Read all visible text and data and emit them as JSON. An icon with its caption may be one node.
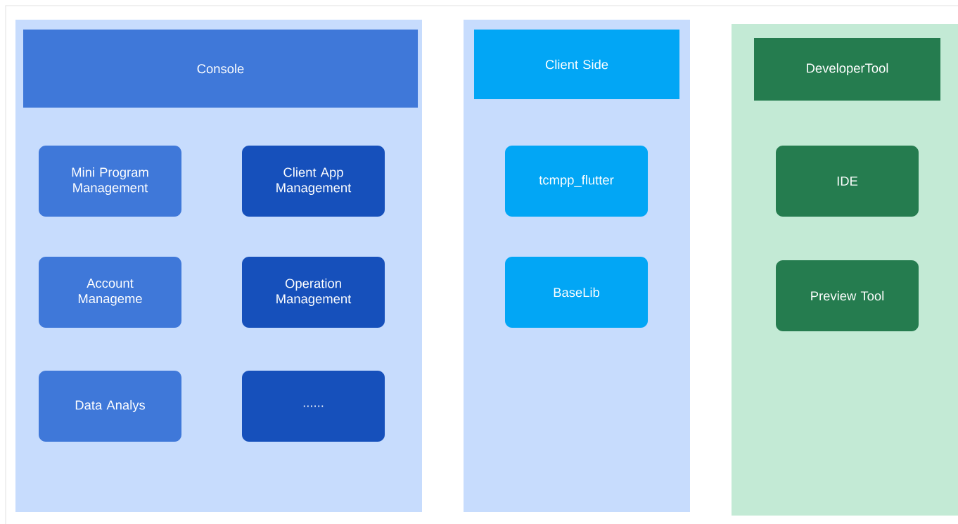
{
  "diagram": {
    "nodes": [
      {
        "text": [
          "Console"
        ]
      },
      {
        "text": [
          "Mini Program Management"
        ],
        "in": 0
      },
      {
        "text": [
          "Client App Management"
        ],
        "in": 0
      },
      {
        "text": [
          "Account Manageme"
        ],
        "in": 0
      },
      {
        "text": [
          "Operation Management"
        ],
        "in": 0
      },
      {
        "text": [
          "Data Analys"
        ],
        "in": 0
      },
      {
        "text": [
          "......"
        ],
        "in": 0
      },
      {
        "text": [
          "Client Side"
        ]
      },
      {
        "text": [
          "tcmpp_flutter"
        ],
        "in": 7
      },
      {
        "text": [
          "BaseLib"
        ],
        "in": 7
      },
      {
        "text": [
          "DeveloperTool"
        ]
      },
      {
        "text": [
          "IDE"
        ],
        "in": 10
      },
      {
        "text": [
          "Preview Tool"
        ],
        "in": 10
      }
    ]
  }
}
